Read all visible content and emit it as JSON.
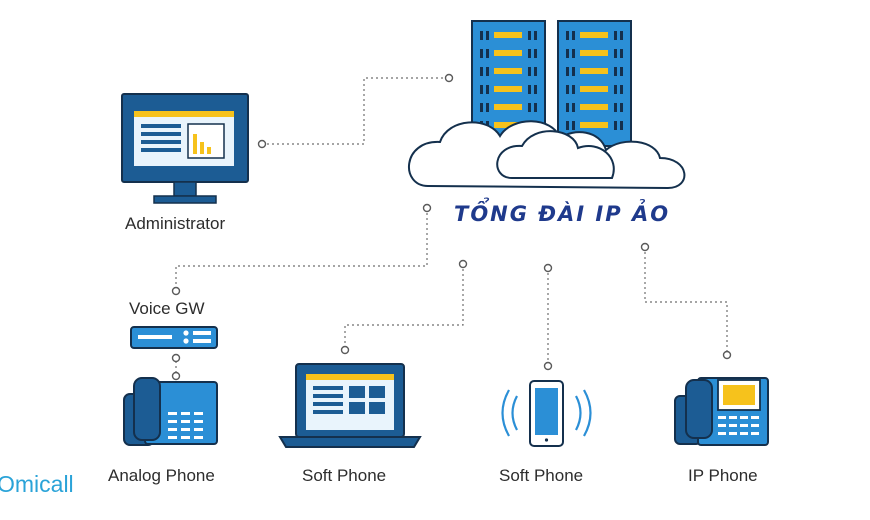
{
  "title": "TỔNG ĐÀI IP ẢO",
  "brand": "Omicall",
  "nodes": {
    "administrator": "Administrator",
    "voice_gw": "Voice GW",
    "analog_phone": "Analog Phone",
    "soft_phone_pc": "Soft Phone",
    "soft_phone_mobile": "Soft Phone",
    "ip_phone": "IP Phone"
  },
  "colors": {
    "primary_blue": "#2b8fd6",
    "dark_blue": "#1c5c94",
    "accent_yellow": "#f6c21c",
    "title_navy": "#1f3a8c",
    "brand_cyan": "#2aa3d8"
  }
}
